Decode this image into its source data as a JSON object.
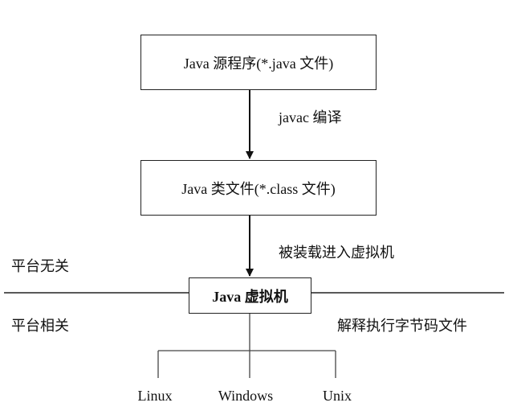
{
  "boxes": {
    "source": "Java 源程序(*.java 文件)",
    "class_file": "Java 类文件(*.class 文件)",
    "jvm": "Java 虚拟机"
  },
  "edges": {
    "compile": "javac 编译",
    "load": "被装载进入虚拟机"
  },
  "side_labels": {
    "platform_independent": "平台无关",
    "platform_dependent": "平台相关",
    "interpret": "解释执行字节码文件"
  },
  "platforms": [
    "Linux",
    "Windows",
    "Unix"
  ]
}
